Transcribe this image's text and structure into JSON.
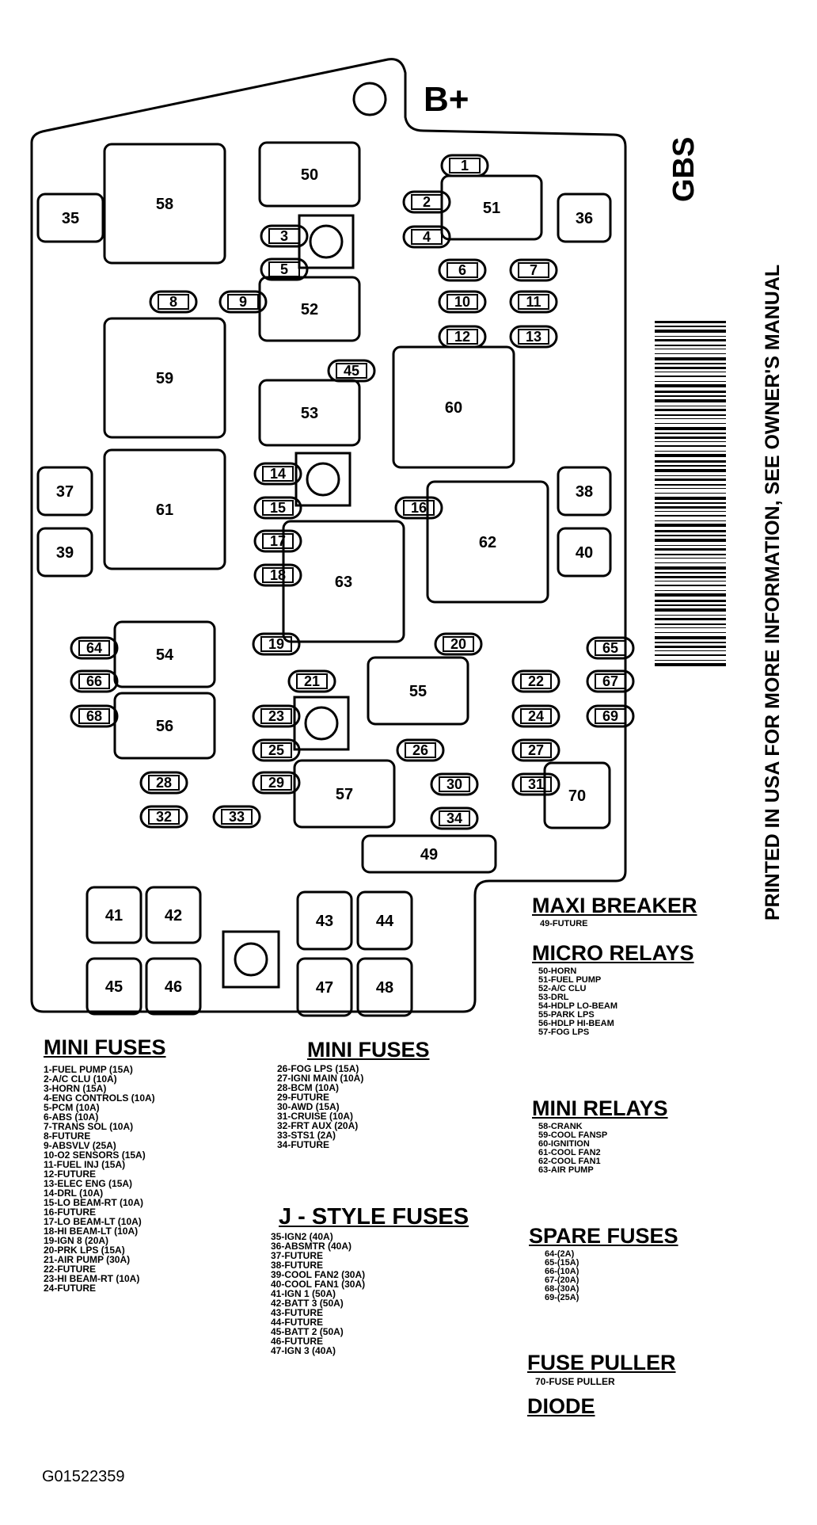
{
  "battery_label": "B+",
  "box_code": "GBS",
  "printed_note": "PRINTED IN USA FOR MORE INFORMATION, SEE OWNER'S MANUAL",
  "figure_id": "G01522359",
  "components": [
    {
      "id": "1",
      "type": "fuse"
    },
    {
      "id": "2",
      "type": "fuse"
    },
    {
      "id": "3",
      "type": "fuse"
    },
    {
      "id": "4",
      "type": "fuse"
    },
    {
      "id": "5",
      "type": "fuse"
    },
    {
      "id": "6",
      "type": "fuse"
    },
    {
      "id": "7",
      "type": "fuse"
    },
    {
      "id": "8",
      "type": "fuse"
    },
    {
      "id": "9",
      "type": "fuse"
    },
    {
      "id": "10",
      "type": "fuse"
    },
    {
      "id": "11",
      "type": "fuse"
    },
    {
      "id": "12",
      "type": "fuse"
    },
    {
      "id": "13",
      "type": "fuse"
    },
    {
      "id": "14",
      "type": "fuse"
    },
    {
      "id": "15",
      "type": "fuse"
    },
    {
      "id": "16",
      "type": "fuse"
    },
    {
      "id": "17",
      "type": "fuse"
    },
    {
      "id": "18",
      "type": "fuse"
    },
    {
      "id": "19",
      "type": "fuse"
    },
    {
      "id": "20",
      "type": "fuse"
    },
    {
      "id": "21",
      "type": "fuse"
    },
    {
      "id": "22",
      "type": "fuse"
    },
    {
      "id": "23",
      "type": "fuse"
    },
    {
      "id": "24",
      "type": "fuse"
    },
    {
      "id": "25",
      "type": "fuse"
    },
    {
      "id": "26",
      "type": "fuse"
    },
    {
      "id": "27",
      "type": "fuse"
    },
    {
      "id": "28",
      "type": "fuse"
    },
    {
      "id": "29",
      "type": "fuse"
    },
    {
      "id": "30",
      "type": "fuse"
    },
    {
      "id": "31",
      "type": "fuse"
    },
    {
      "id": "32",
      "type": "fuse"
    },
    {
      "id": "33",
      "type": "fuse"
    },
    {
      "id": "34",
      "type": "fuse"
    },
    {
      "id": "45",
      "type": "fuse"
    },
    {
      "id": "64",
      "type": "fuse"
    },
    {
      "id": "65",
      "type": "fuse"
    },
    {
      "id": "66",
      "type": "fuse"
    },
    {
      "id": "67",
      "type": "fuse"
    },
    {
      "id": "68",
      "type": "fuse"
    },
    {
      "id": "69",
      "type": "fuse"
    },
    {
      "id": "35",
      "type": "jfuse"
    },
    {
      "id": "36",
      "type": "jfuse"
    },
    {
      "id": "37",
      "type": "jfuse"
    },
    {
      "id": "38",
      "type": "jfuse"
    },
    {
      "id": "39",
      "type": "jfuse"
    },
    {
      "id": "40",
      "type": "jfuse"
    },
    {
      "id": "41",
      "type": "jfuse"
    },
    {
      "id": "42",
      "type": "jfuse"
    },
    {
      "id": "43",
      "type": "jfuse"
    },
    {
      "id": "44",
      "type": "jfuse"
    },
    {
      "id": "45",
      "type": "jfuse"
    },
    {
      "id": "46",
      "type": "jfuse"
    },
    {
      "id": "47",
      "type": "jfuse"
    },
    {
      "id": "48",
      "type": "jfuse"
    },
    {
      "id": "50",
      "type": "relay"
    },
    {
      "id": "51",
      "type": "relay"
    },
    {
      "id": "52",
      "type": "relay"
    },
    {
      "id": "53",
      "type": "relay"
    },
    {
      "id": "54",
      "type": "relay"
    },
    {
      "id": "55",
      "type": "relay"
    },
    {
      "id": "56",
      "type": "relay"
    },
    {
      "id": "57",
      "type": "relay"
    },
    {
      "id": "58",
      "type": "relay"
    },
    {
      "id": "59",
      "type": "relay"
    },
    {
      "id": "60",
      "type": "relay"
    },
    {
      "id": "61",
      "type": "relay"
    },
    {
      "id": "62",
      "type": "relay"
    },
    {
      "id": "63",
      "type": "relay"
    },
    {
      "id": "70",
      "type": "relay"
    },
    {
      "id": "49",
      "type": "breaker"
    }
  ],
  "legends": [
    {
      "title": "MINI FUSES",
      "items": [
        "1-FUEL PUMP (15A)",
        "2-A/C CLU (10A)",
        "3-HORN (15A)",
        "4-ENG CONTROLS (10A)",
        "5-PCM (10A)",
        "6-ABS (10A)",
        "7-TRANS SOL (10A)",
        "8-FUTURE",
        "9-ABSVLV (25A)",
        "10-O2 SENSORS (15A)",
        "11-FUEL INJ (15A)",
        "12-FUTURE",
        "13-ELEC ENG (15A)",
        "14-DRL (10A)",
        "15-LO BEAM-RT (10A)",
        "16-FUTURE",
        "17-LO BEAM-LT (10A)",
        "18-HI BEAM-LT (10A)",
        "19-IGN 8 (20A)",
        "20-PRK LPS (15A)",
        "21-AIR PUMP (30A)",
        "22-FUTURE",
        "23-HI BEAM-RT (10A)",
        "24-FUTURE"
      ]
    },
    {
      "title": "MINI FUSES",
      "items": [
        "26-FOG LPS (15A)",
        "27-IGNI MAIN (10A)",
        "28-BCM (10A)",
        "29-FUTURE",
        "30-AWD (15A)",
        "31-CRUISE (10A)",
        "32-FRT AUX (20A)",
        "33-STS1 (2A)",
        "34-FUTURE"
      ]
    },
    {
      "title": "J - STYLE FUSES",
      "items": [
        "35-IGN2 (40A)",
        "36-ABSMTR (40A)",
        "37-FUTURE",
        "38-FUTURE",
        "39-COOL FAN2 (30A)",
        "40-COOL FAN1 (30A)",
        "41-IGN 1 (50A)",
        "42-BATT 3 (50A)",
        "43-FUTURE",
        "44-FUTURE",
        "45-BATT 2 (50A)",
        "46-FUTURE",
        "47-IGN 3 (40A)"
      ]
    },
    {
      "title": "MAXI BREAKER",
      "items": [
        "49-FUTURE"
      ]
    },
    {
      "title": "MICRO RELAYS",
      "items": [
        "50-HORN",
        "51-FUEL PUMP",
        "52-A/C CLU",
        "53-DRL",
        "54-HDLP LO-BEAM",
        "55-PARK LPS",
        "56-HDLP HI-BEAM",
        "57-FOG LPS"
      ]
    },
    {
      "title": "MINI RELAYS",
      "items": [
        "58-CRANK",
        "59-COOL FANSP",
        "60-IGNITION",
        "61-COOL FAN2",
        "62-COOL FAN1",
        "63-AIR PUMP"
      ]
    },
    {
      "title": "SPARE FUSES",
      "items": [
        "64-(2A)",
        "65-(15A)",
        "66-(10A)",
        "67-(20A)",
        "68-(30A)",
        "69-(25A)"
      ]
    },
    {
      "title": "FUSE PULLER",
      "items": [
        "70-FUSE PULLER"
      ]
    },
    {
      "title": "DIODE",
      "items": []
    }
  ]
}
